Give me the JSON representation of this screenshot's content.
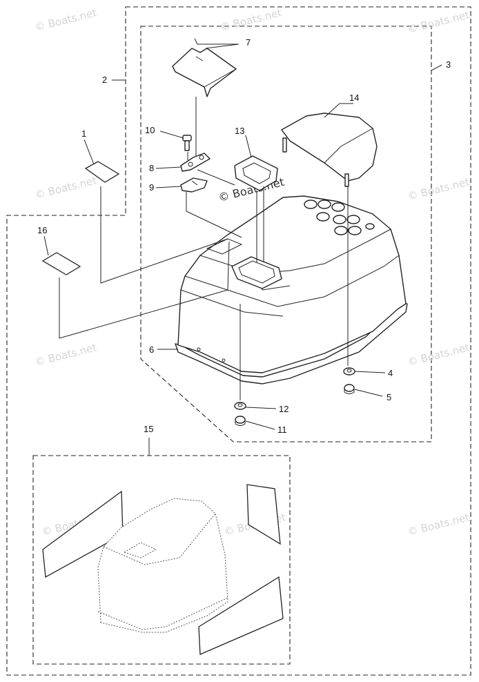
{
  "watermark": "© Boats.net",
  "callouts": {
    "c1": "1",
    "c2": "2",
    "c3": "3",
    "c4": "4",
    "c5": "5",
    "c6": "6",
    "c7": "7",
    "c8": "8",
    "c9": "9",
    "c10": "10",
    "c11": "11",
    "c12": "12",
    "c13": "13",
    "c14": "14",
    "c15": "15",
    "c16": "16"
  }
}
